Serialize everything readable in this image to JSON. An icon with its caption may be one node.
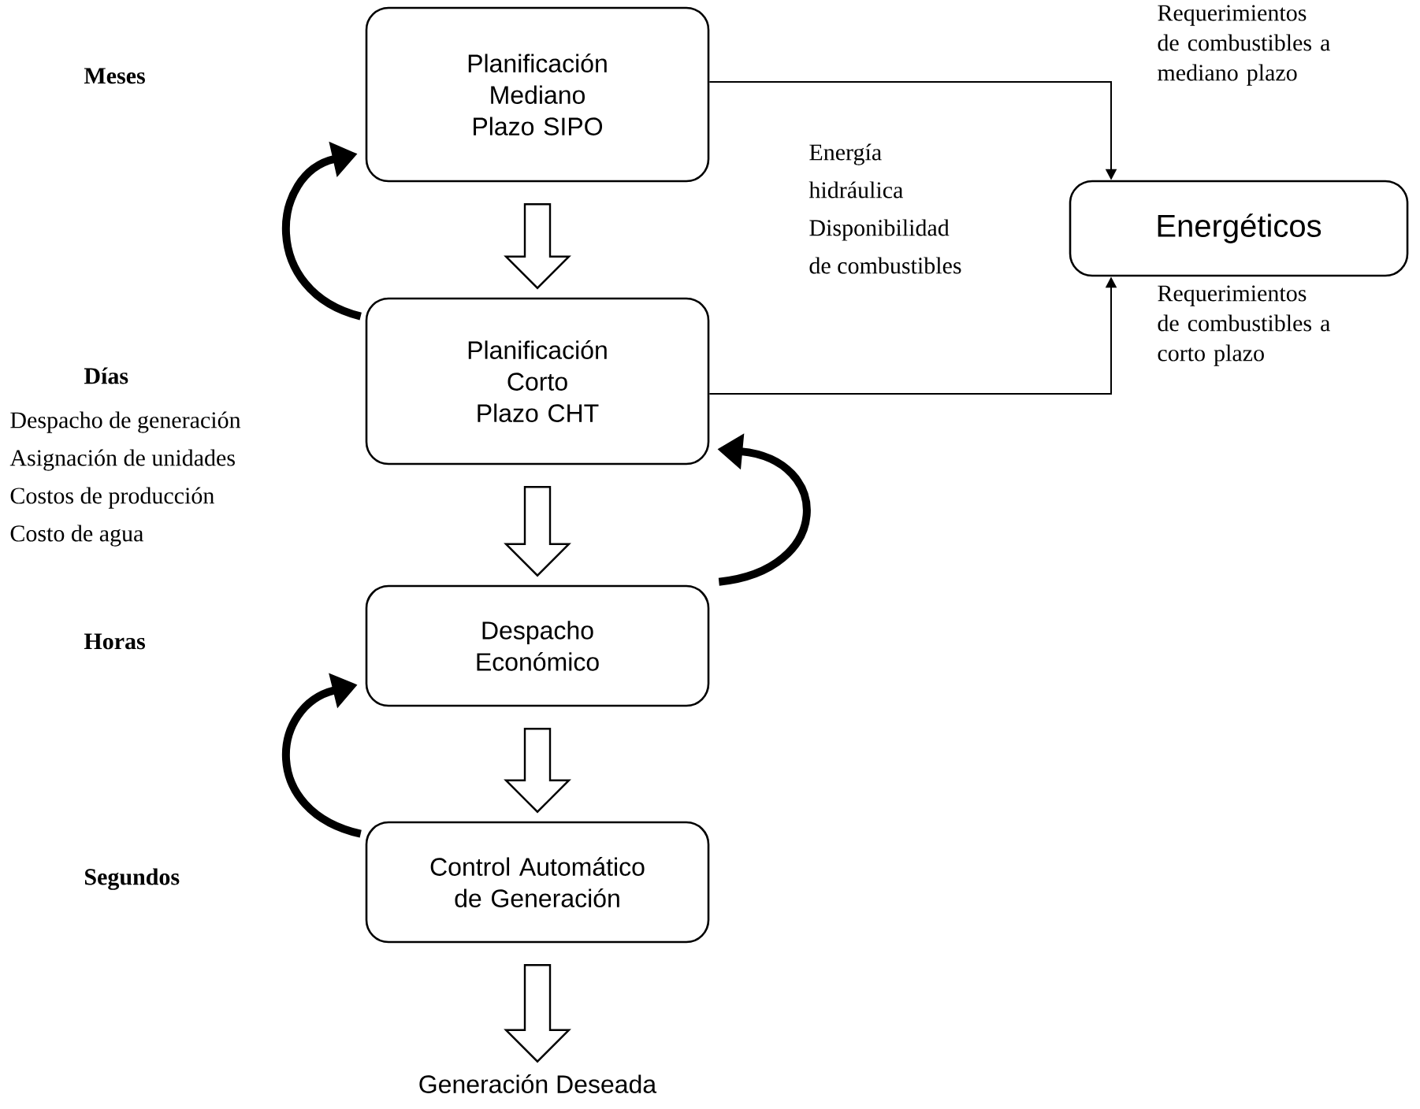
{
  "diagram": {
    "nodes": [
      {
        "text": [
          "Planificación Mediano Plazo SIPO"
        ]
      },
      {
        "text": [
          "Planificación Corto Plazo CHT"
        ]
      },
      {
        "text": [
          "Despacho Económico"
        ]
      },
      {
        "text": [
          "Control Automático de Generación"
        ]
      },
      {
        "text": [
          "Energéticos"
        ]
      },
      {
        "text": [
          "Generación  Deseada"
        ]
      }
    ],
    "edges": [
      {
        "from": 0,
        "to": 1,
        "arrow": "to"
      },
      {
        "from": 1,
        "to": 2,
        "arrow": "to"
      },
      {
        "from": 2,
        "to": 3,
        "arrow": "to"
      },
      {
        "from": 3,
        "to": 5,
        "arrow": "to"
      },
      {
        "from": 0,
        "to": 4,
        "arrow": "to",
        "label": "Requerimientos de combustibles a mediano plazo"
      },
      {
        "from": 1,
        "to": 4,
        "arrow": "to",
        "label": "Requerimientos de combustibles a corto plazo"
      },
      {
        "from": 1,
        "to": 0,
        "arrow": "to"
      },
      {
        "from": 2,
        "to": 1,
        "arrow": "to"
      },
      {
        "from": 3,
        "to": 2,
        "arrow": "to"
      }
    ],
    "labels": [
      "Meses",
      "Energía",
      "hidráulica",
      "Disponibilidad",
      "de combustibles",
      "Días",
      "Despacho de generación",
      "Asignación de unidades",
      "Costos de producción",
      "Costo de agua",
      "Horas",
      "Segundos"
    ]
  }
}
